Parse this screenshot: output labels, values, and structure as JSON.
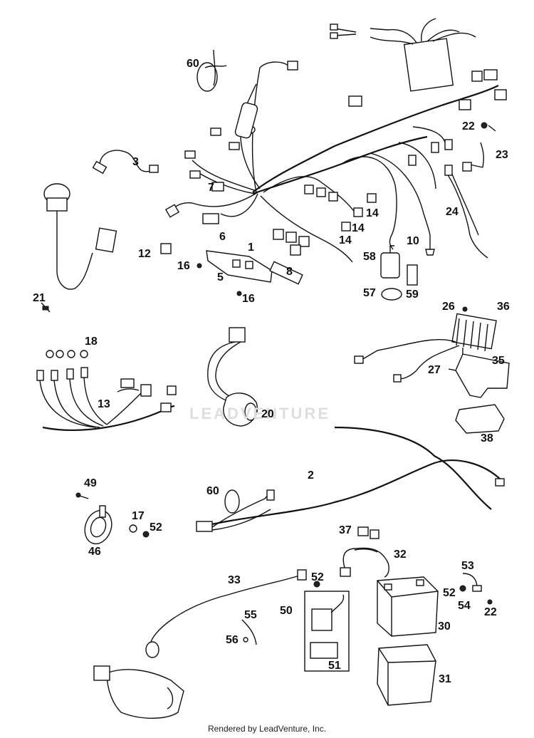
{
  "watermark": "LEADVENTURE",
  "footer": "Rendered by LeadVenture, Inc.",
  "callouts": [
    {
      "id": "c60a",
      "text": "60"
    },
    {
      "id": "c3",
      "text": "3"
    },
    {
      "id": "c7",
      "text": "7"
    },
    {
      "id": "c22a",
      "text": "22"
    },
    {
      "id": "c23",
      "text": "23"
    },
    {
      "id": "c24",
      "text": "24"
    },
    {
      "id": "c14a",
      "text": "14"
    },
    {
      "id": "c14b",
      "text": "14"
    },
    {
      "id": "c14c",
      "text": "14"
    },
    {
      "id": "c10",
      "text": "10"
    },
    {
      "id": "c6",
      "text": "6"
    },
    {
      "id": "c1",
      "text": "1"
    },
    {
      "id": "c12",
      "text": "12"
    },
    {
      "id": "c16a",
      "text": "16"
    },
    {
      "id": "c5",
      "text": "5"
    },
    {
      "id": "c8",
      "text": "8"
    },
    {
      "id": "c16b",
      "text": "16"
    },
    {
      "id": "c58",
      "text": "58"
    },
    {
      "id": "c57",
      "text": "57"
    },
    {
      "id": "c59",
      "text": "59"
    },
    {
      "id": "c21",
      "text": "21"
    },
    {
      "id": "c26",
      "text": "26"
    },
    {
      "id": "c36",
      "text": "36"
    },
    {
      "id": "c18",
      "text": "18"
    },
    {
      "id": "c35",
      "text": "35"
    },
    {
      "id": "c27",
      "text": "27"
    },
    {
      "id": "c13",
      "text": "13"
    },
    {
      "id": "c20",
      "text": "20"
    },
    {
      "id": "c38",
      "text": "38"
    },
    {
      "id": "c2",
      "text": "2"
    },
    {
      "id": "c49",
      "text": "49"
    },
    {
      "id": "c60b",
      "text": "60"
    },
    {
      "id": "c17",
      "text": "17"
    },
    {
      "id": "c52a",
      "text": "52"
    },
    {
      "id": "c46",
      "text": "46"
    },
    {
      "id": "c37",
      "text": "37"
    },
    {
      "id": "c32",
      "text": "32"
    },
    {
      "id": "c33",
      "text": "33"
    },
    {
      "id": "c52b",
      "text": "52"
    },
    {
      "id": "c53",
      "text": "53"
    },
    {
      "id": "c52c",
      "text": "52"
    },
    {
      "id": "c54",
      "text": "54"
    },
    {
      "id": "c22b",
      "text": "22"
    },
    {
      "id": "c50",
      "text": "50"
    },
    {
      "id": "c55",
      "text": "55"
    },
    {
      "id": "c30",
      "text": "30"
    },
    {
      "id": "c56",
      "text": "56"
    },
    {
      "id": "c51",
      "text": "51"
    },
    {
      "id": "c31",
      "text": "31"
    }
  ]
}
